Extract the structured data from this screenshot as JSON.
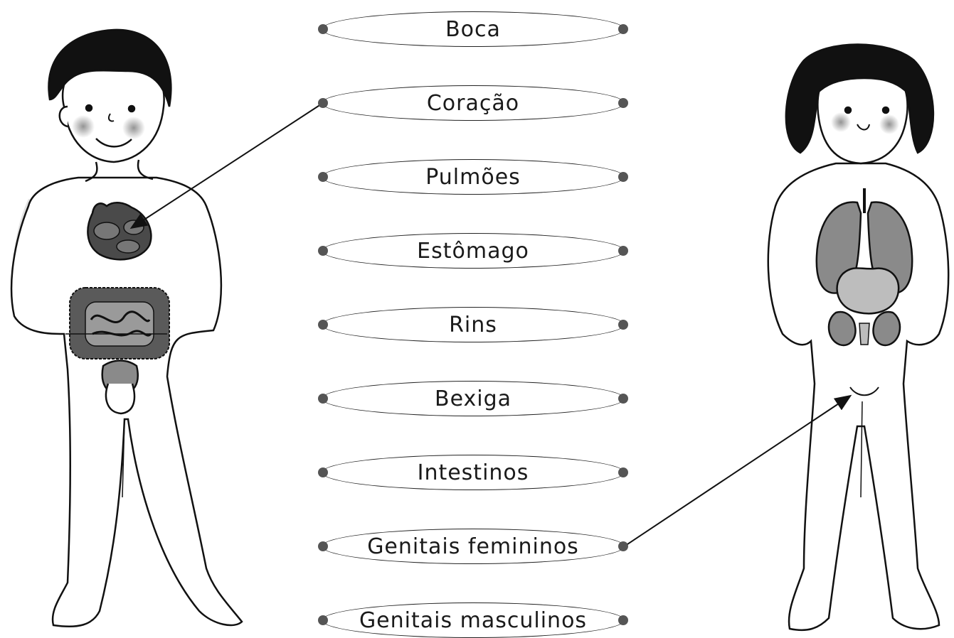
{
  "labels": [
    {
      "text": "Boca"
    },
    {
      "text": "Coração"
    },
    {
      "text": "Pulmões"
    },
    {
      "text": "Estômago"
    },
    {
      "text": "Rins"
    },
    {
      "text": "Bexiga"
    },
    {
      "text": "Intestinos"
    },
    {
      "text": "Genitais femininos"
    },
    {
      "text": "Genitais masculinos"
    }
  ]
}
